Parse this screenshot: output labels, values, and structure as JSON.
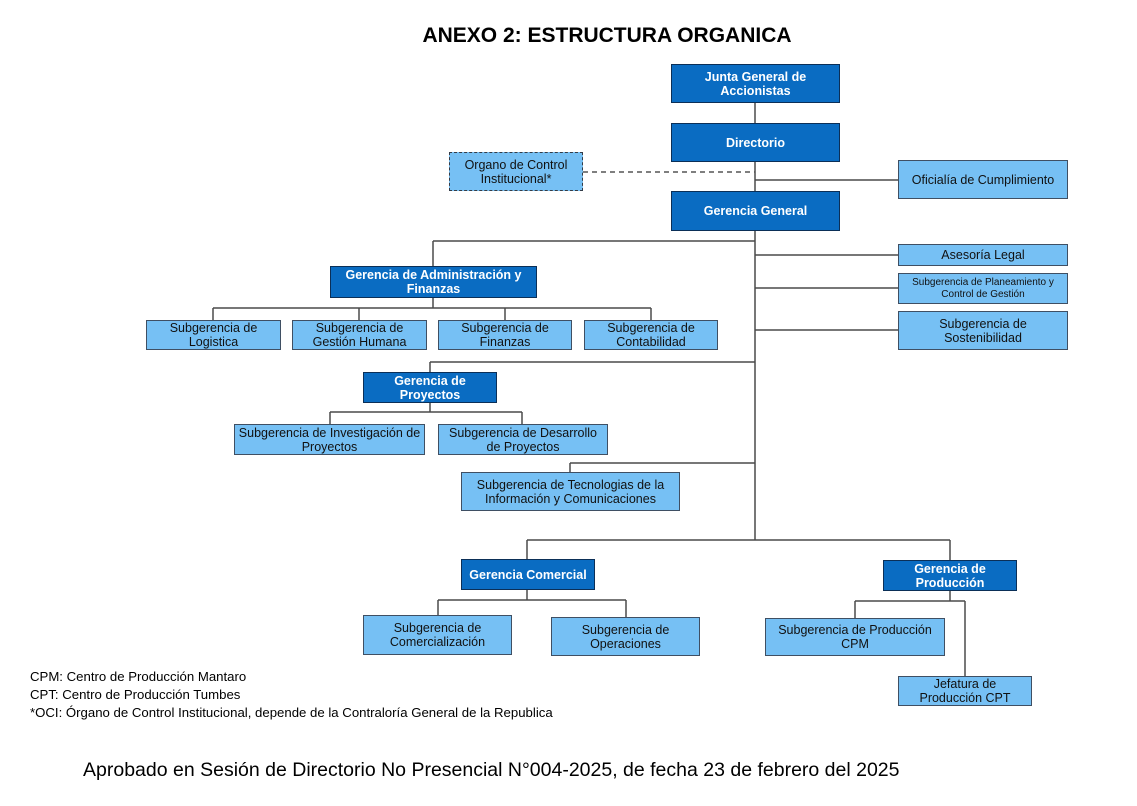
{
  "title": "ANEXO 2: ESTRUCTURA ORGANICA",
  "nodes": {
    "junta": "Junta General de Accionistas",
    "directorio": "Directorio",
    "oci": "Organo de Control Institucional*",
    "oficialia": "Oficialía de Cumplimiento",
    "gerencia_general": "Gerencia General",
    "asesoria_legal": "Asesoría Legal",
    "planeamiento": "Subgerencia de Planeamiento y Control de Gestión",
    "sostenibilidad": "Subgerencia de Sostenibilidad",
    "gaf": "Gerencia de Administración y Finanzas",
    "logistica": "Subgerencia de Logistica",
    "gestion_humana": "Subgerencia de Gestión Humana",
    "finanzas": "Subgerencia de Finanzas",
    "contabilidad": "Subgerencia de Contabilidad",
    "gerencia_proyectos": "Gerencia de Proyectos",
    "investigacion": "Subgerencia de Investigación de Proyectos",
    "desarrollo": "Subgerencia de Desarrollo de Proyectos",
    "tic": "Subgerencia de Tecnologias de la Información y Comunicaciones",
    "gerencia_comercial": "Gerencia Comercial",
    "comercializacion": "Subgerencia de Comercialización",
    "operaciones": "Subgerencia de Operaciones",
    "gerencia_produccion": "Gerencia de Producción",
    "produccion_cpm": "Subgerencia de Producción CPM",
    "jefatura_cpt": "Jefatura de Producción CPT"
  },
  "notes": [
    "CPM: Centro de Producción Mantaro",
    "CPT: Centro de Producción Tumbes",
    "*OCI: Órgano de Control Institucional, depende de la Contraloría General de la Republica"
  ],
  "footer": "Aprobado en Sesión de Directorio No Presencial N°004-2025, de fecha 23 de febrero del 2025"
}
